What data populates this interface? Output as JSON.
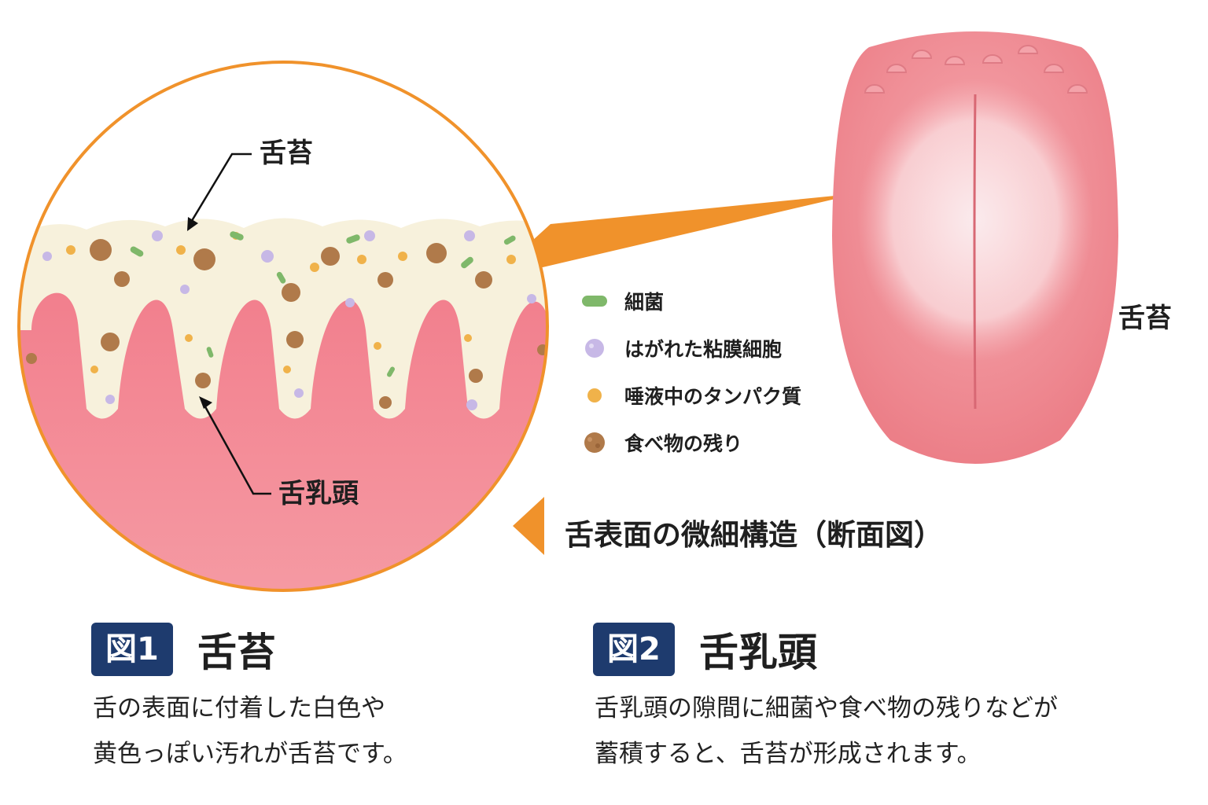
{
  "labels": {
    "coating_left": "舌苔",
    "papillae": "舌乳頭",
    "coating_right": "舌苔"
  },
  "legend": [
    {
      "icon": "bacteria-icon",
      "label": "細菌",
      "color": "#7fb86a"
    },
    {
      "icon": "mucosal-cell-icon",
      "label": "はがれた粘膜細胞",
      "color": "#c7b8e6"
    },
    {
      "icon": "protein-icon",
      "label": "唾液中のタンパク質",
      "color": "#f0b24a"
    },
    {
      "icon": "food-residue-icon",
      "label": "食べ物の残り",
      "color": "#b07a4a"
    }
  ],
  "caption": "舌表面の微細構造（断面図）",
  "figures": [
    {
      "badge": "図1",
      "title": "舌苔",
      "desc_line1": "舌の表面に付着した白色や",
      "desc_line2": "黄色っぽい汚れが舌苔です。"
    },
    {
      "badge": "図2",
      "title": "舌乳頭",
      "desc_line1": "舌乳頭の隙間に細菌や食べ物の残りなどが",
      "desc_line2": "蓄積すると、舌苔が形成されます。"
    }
  ],
  "colors": {
    "accent": "#f0922b",
    "tongue": "#ef8f96",
    "coating": "#f7f1dc",
    "badge": "#1e3b6e"
  }
}
